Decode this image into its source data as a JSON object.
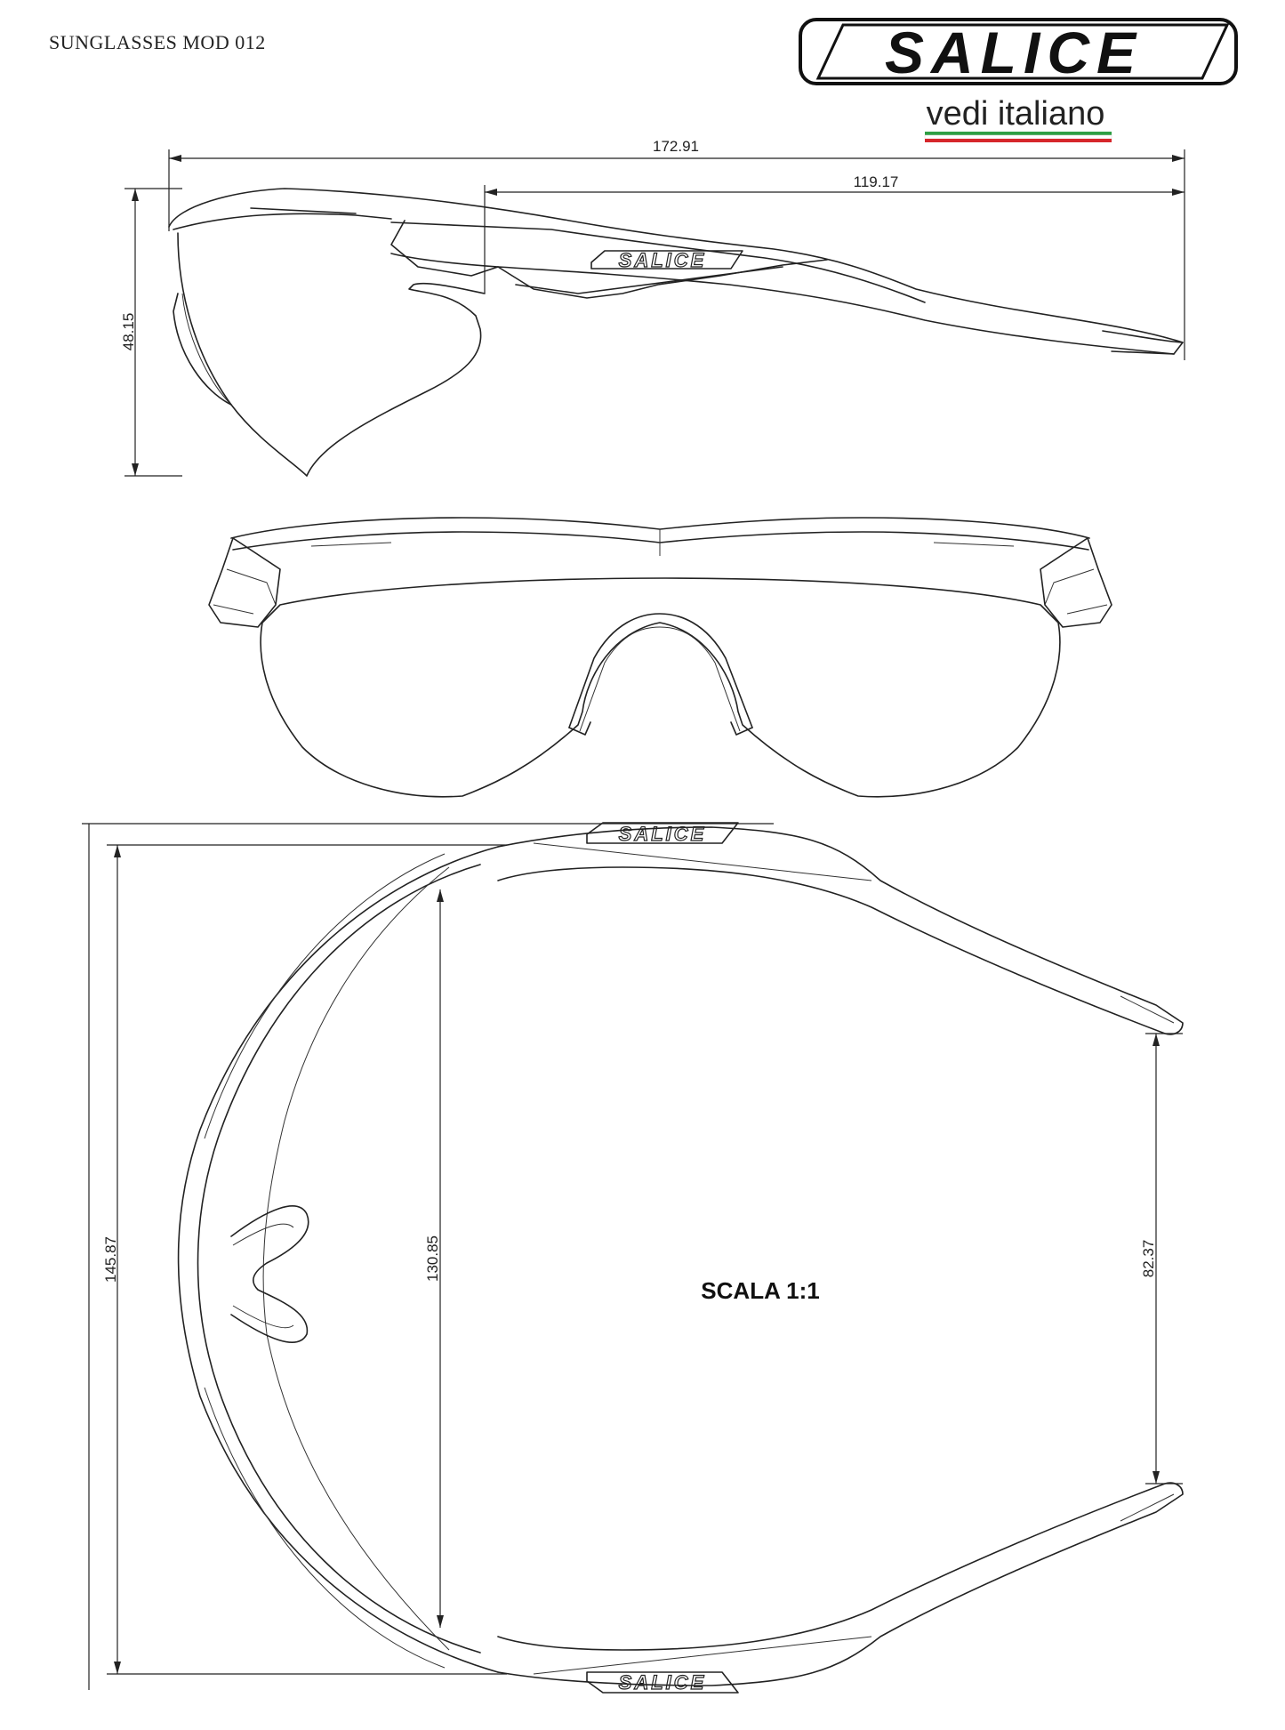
{
  "title": "SUNGLASSES MOD 012",
  "brand": {
    "logo_text": "SALICE",
    "tagline": "vedi italiano",
    "flag_colors": [
      "#2e9e43",
      "#ffffff",
      "#d6262b"
    ]
  },
  "dimensions": {
    "overall_length": "172.91",
    "temple_length": "119.17",
    "lens_height": "48.15",
    "frame_width": "145.87",
    "lens_width": "130.85",
    "temple_spacing": "82.37"
  },
  "scale_label": "SCALA 1:1"
}
